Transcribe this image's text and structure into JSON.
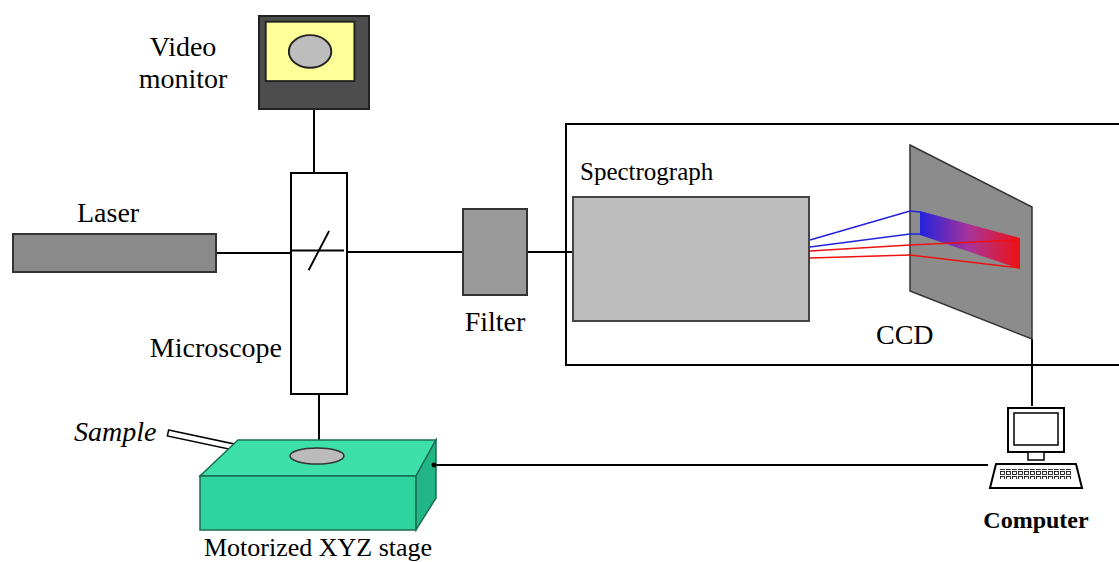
{
  "diagram": {
    "nodes": [
      {
        "text": [
          "Video monitor"
        ]
      },
      {
        "text": [
          "Laser"
        ]
      },
      {
        "text": [
          "Microscope"
        ]
      },
      {
        "text": [
          "Filter"
        ]
      },
      {
        "text": [
          "Spectrograph"
        ]
      },
      {
        "text": [
          "CCD"
        ]
      },
      {
        "text": [
          "Sample"
        ]
      },
      {
        "text": [
          "Motorized XYZ stage"
        ]
      },
      {
        "text": [
          "Computer"
        ]
      }
    ],
    "edges": [
      {
        "from": 0,
        "to": 2,
        "arrow": "none"
      },
      {
        "from": 1,
        "to": 2,
        "arrow": "none"
      },
      {
        "from": 2,
        "to": 3,
        "arrow": "none"
      },
      {
        "from": 3,
        "to": 4,
        "arrow": "none"
      },
      {
        "from": 4,
        "to": 5,
        "arrow": "none"
      },
      {
        "from": 2,
        "to": 6,
        "arrow": "none"
      },
      {
        "from": 7,
        "to": 8,
        "arrow": "none"
      },
      {
        "from": 5,
        "to": 8,
        "arrow": "none"
      }
    ]
  }
}
